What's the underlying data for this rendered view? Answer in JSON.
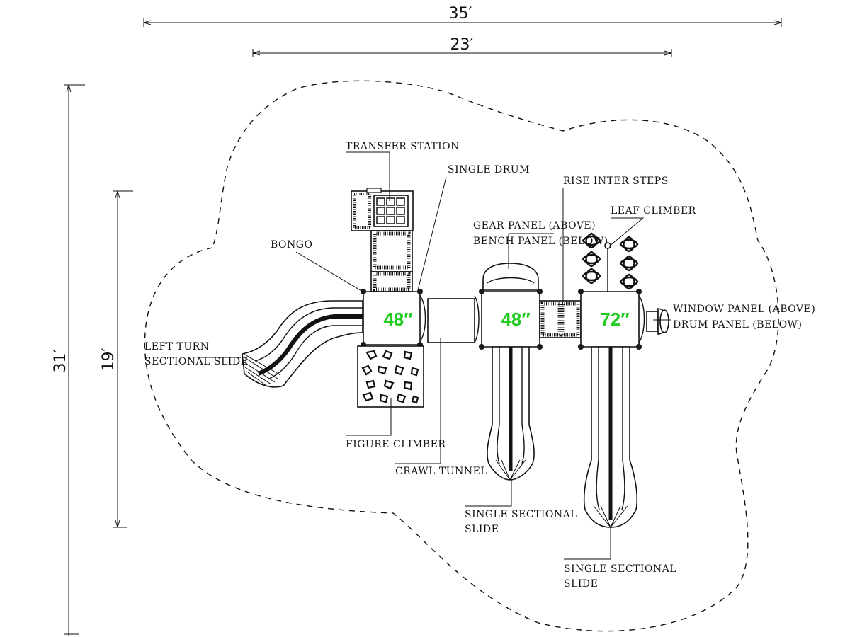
{
  "dimensions": {
    "width_outer": "35′",
    "width_inner": "23′",
    "depth_outer": "31′",
    "depth_inner": "19′"
  },
  "decks": [
    {
      "height": "48″"
    },
    {
      "height": "48″"
    },
    {
      "height": "72″"
    }
  ],
  "labels": {
    "transfer_station": "TRANSFER STATION",
    "single_drum": "SINGLE DRUM",
    "rise_inter_steps": "RISE INTER STEPS",
    "leaf_climber": "LEAF CLIMBER",
    "gear_panel": "GEAR PANEL (ABOVE)",
    "bench_panel": "BENCH PANEL (BELOW)",
    "bongo": "BONGO",
    "window_panel": "WINDOW PANEL (ABOVE)",
    "drum_panel": "DRUM PANEL (BELOW)",
    "left_turn_1": "LEFT TURN",
    "left_turn_2": "SECTIONAL SLIDE",
    "figure_climber": "FIGURE CLIMBER",
    "crawl_tunnel": "CRAWL TUNNEL",
    "single_sectional_a_1": "SINGLE SECTIONAL",
    "single_sectional_a_2": "SLIDE",
    "single_sectional_b_1": "SINGLE SECTIONAL",
    "single_sectional_b_2": "SLIDE"
  },
  "colors": {
    "deck_height_text": "#22cc22",
    "linework": "#111111",
    "background": "#ffffff"
  }
}
